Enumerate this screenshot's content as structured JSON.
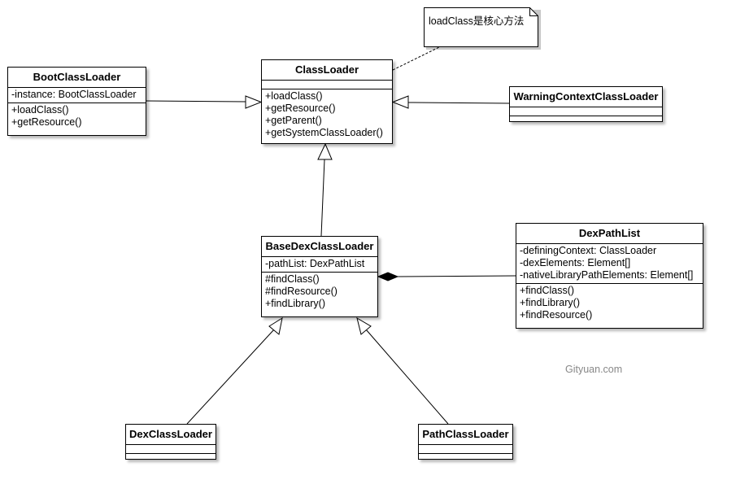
{
  "classes": {
    "classloader": {
      "name": "ClassLoader",
      "attributes": [],
      "methods": [
        "+loadClass()",
        "+getResource()",
        "+getParent()",
        "+getSystemClassLoader()"
      ]
    },
    "bootclassloader": {
      "name": "BootClassLoader",
      "attributes": [
        "-instance: BootClassLoader"
      ],
      "methods": [
        "+loadClass()",
        "+getResource()"
      ]
    },
    "warningcontextclassloader": {
      "name": "WarningContextClassLoader",
      "attributes": [],
      "methods": []
    },
    "basedexclassloader": {
      "name": "BaseDexClassLoader",
      "attributes": [
        "-pathList: DexPathList"
      ],
      "methods": [
        "#findClass()",
        "#findResource()",
        "+findLibrary()"
      ]
    },
    "dexpathlist": {
      "name": "DexPathList",
      "attributes": [
        "-definingContext: ClassLoader",
        "-dexElements: Element[]",
        "-nativeLibraryPathElements: Element[]"
      ],
      "methods": [
        "+findClass()",
        "+findLibrary()",
        "+findResource()"
      ]
    },
    "dexclassloader": {
      "name": "DexClassLoader",
      "attributes": [],
      "methods": []
    },
    "pathclassloader": {
      "name": "PathClassLoader",
      "attributes": [],
      "methods": []
    }
  },
  "note": {
    "text": "loadClass是核心方法"
  },
  "watermark": "Gityuan.com"
}
